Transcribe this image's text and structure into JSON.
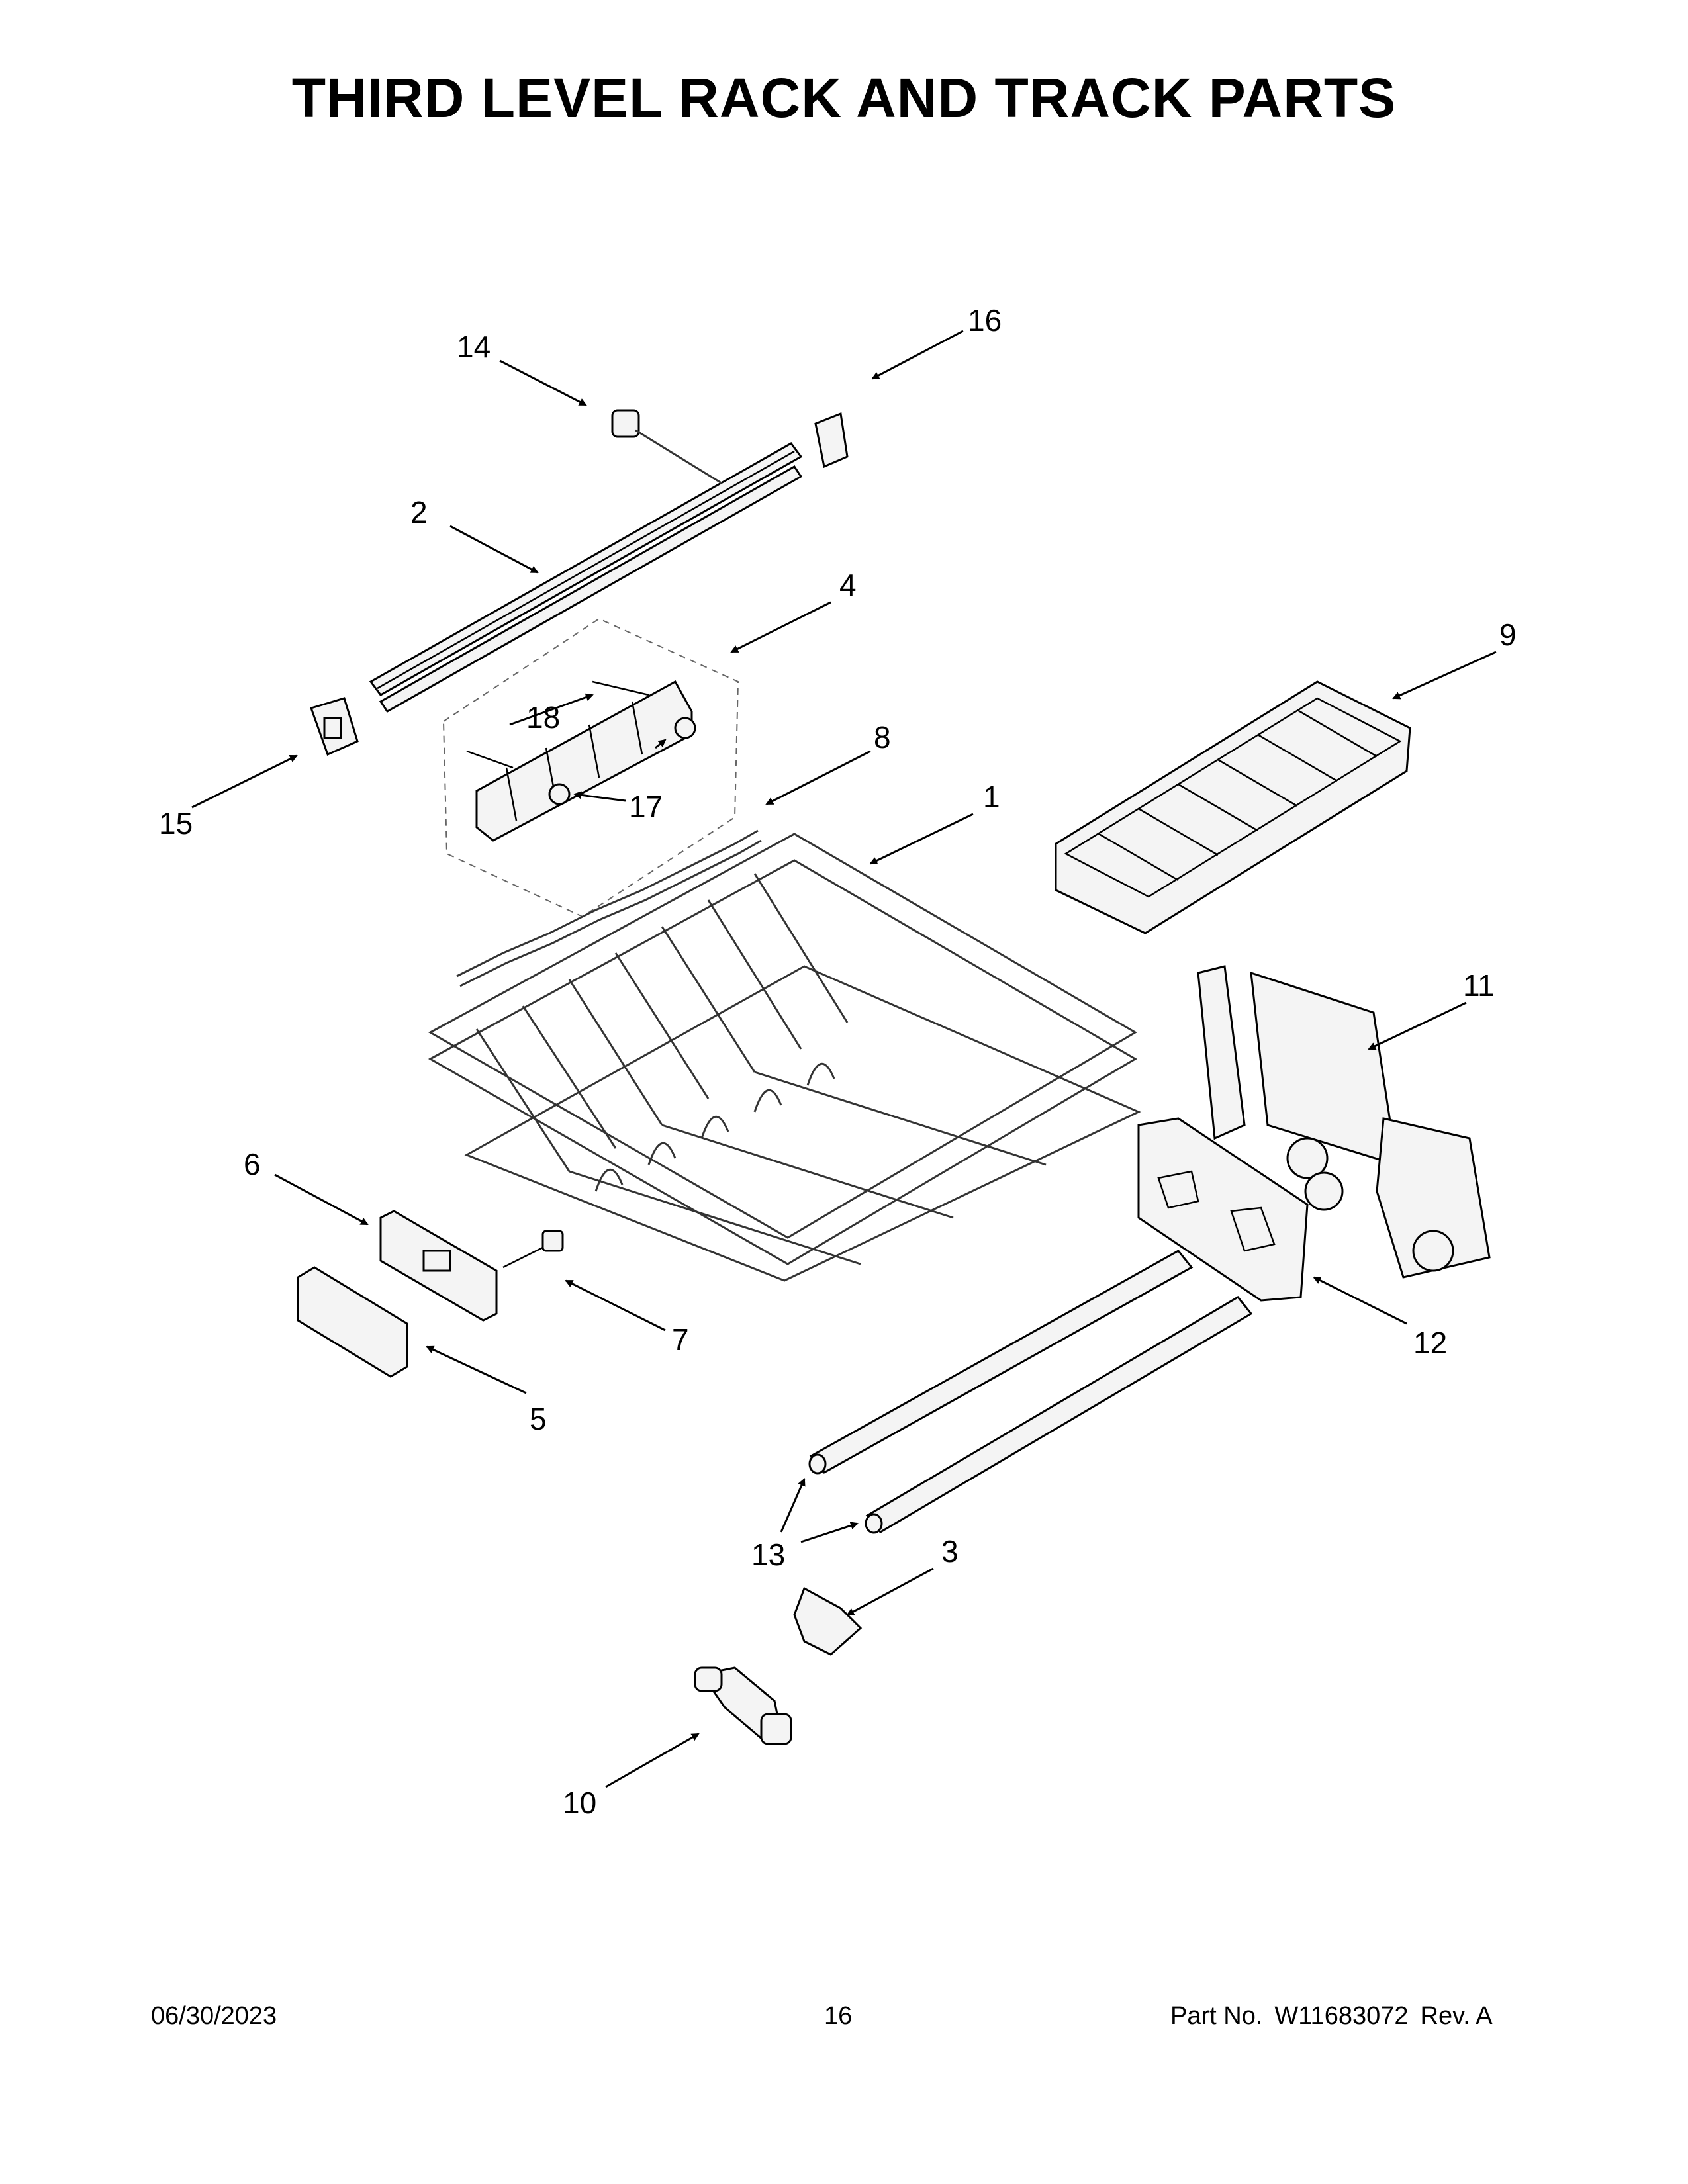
{
  "page": {
    "title": "THIRD LEVEL RACK AND TRACK PARTS",
    "footer": {
      "date": "06/30/2023",
      "page_number": "16",
      "part_label": "Part No.",
      "part_number": "W11683072",
      "revision": "Rev. A"
    }
  },
  "callouts": [
    "1",
    "2",
    "3",
    "4",
    "5",
    "6",
    "7",
    "8",
    "9",
    "10",
    "11",
    "12",
    "13",
    "14",
    "15",
    "16",
    "17",
    "18"
  ]
}
